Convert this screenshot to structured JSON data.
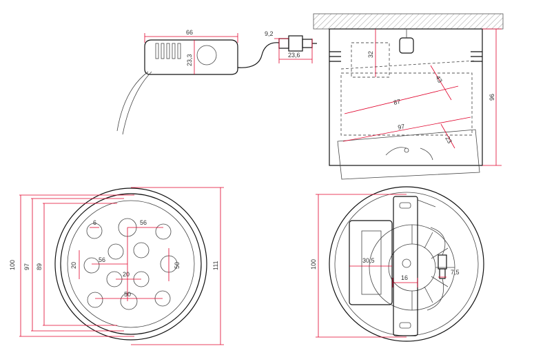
{
  "colors": {
    "dimension": "#e0002a",
    "outline": "#111111",
    "led": "#c8c8c8"
  },
  "driver": {
    "width": "66",
    "height": "23,3",
    "connector_gap": "9,2",
    "connector_length": "23,6"
  },
  "side_view": {
    "depth": "32",
    "height": "96",
    "diagonal_a": "87",
    "diagonal_b": "97",
    "tilt_a": "43",
    "tilt_b": "23"
  },
  "front_view": {
    "outer_height": "100",
    "mid_height": "97",
    "inner_height": "89",
    "outer_width": "111",
    "led_size": "6",
    "pitch_top": "56",
    "pitch_mid": "56",
    "pitch_center": "20",
    "pitch_left": "20",
    "pitch_right": "50",
    "pitch_bottom": "50"
  },
  "back_view": {
    "diameter": "100",
    "driver_width": "30,5",
    "screw_gap": "16",
    "connector_width": "7,5"
  }
}
